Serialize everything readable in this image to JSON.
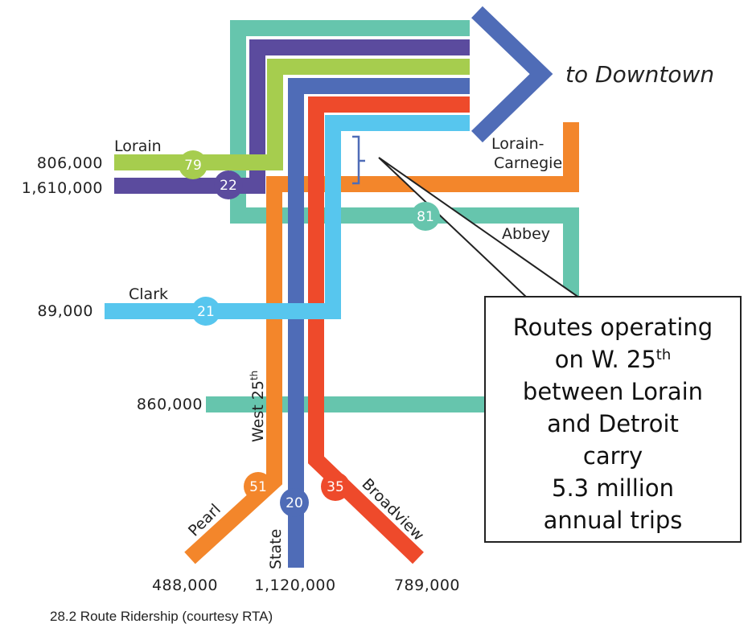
{
  "colors": {
    "teal": "#66c5ad",
    "purple": "#5b4b9e",
    "lime": "#a6cd4e",
    "blue": "#4f6cb7",
    "red": "#ee4a2b",
    "cyan": "#57c6ee",
    "orange": "#f3862b",
    "callout_border": "#222222"
  },
  "destination": "to Downtown",
  "routes": {
    "r79": {
      "badge": "79",
      "street": "Lorain",
      "ridership": "806,000"
    },
    "r22": {
      "badge": "22",
      "ridership": "1,610,000"
    },
    "r81": {
      "badge": "81",
      "street": "Abbey",
      "ridership": "860,000"
    },
    "r21": {
      "badge": "21",
      "street": "Clark",
      "ridership": "89,000"
    },
    "r51": {
      "badge": "51",
      "street": "Pearl",
      "ridership": "488,000"
    },
    "r20": {
      "badge": "20",
      "street": "State",
      "ridership": "1,120,000"
    },
    "r35": {
      "badge": "35",
      "street": "Broadview",
      "ridership": "789,000"
    }
  },
  "labels": {
    "lorain_carnegie_1": "Lorain-",
    "lorain_carnegie_2": "Carnegie",
    "west25": "West 25",
    "west25_sup": "th"
  },
  "callout": {
    "line1": "Routes operating",
    "line2": "on W. 25",
    "line2_sup": "th",
    "line3": "between Lorain",
    "line4": "and Detroit",
    "line5": "carry",
    "line6": "5.3 million",
    "line7": "annual trips"
  },
  "caption": "28.2 Route Ridership (courtesy RTA)"
}
